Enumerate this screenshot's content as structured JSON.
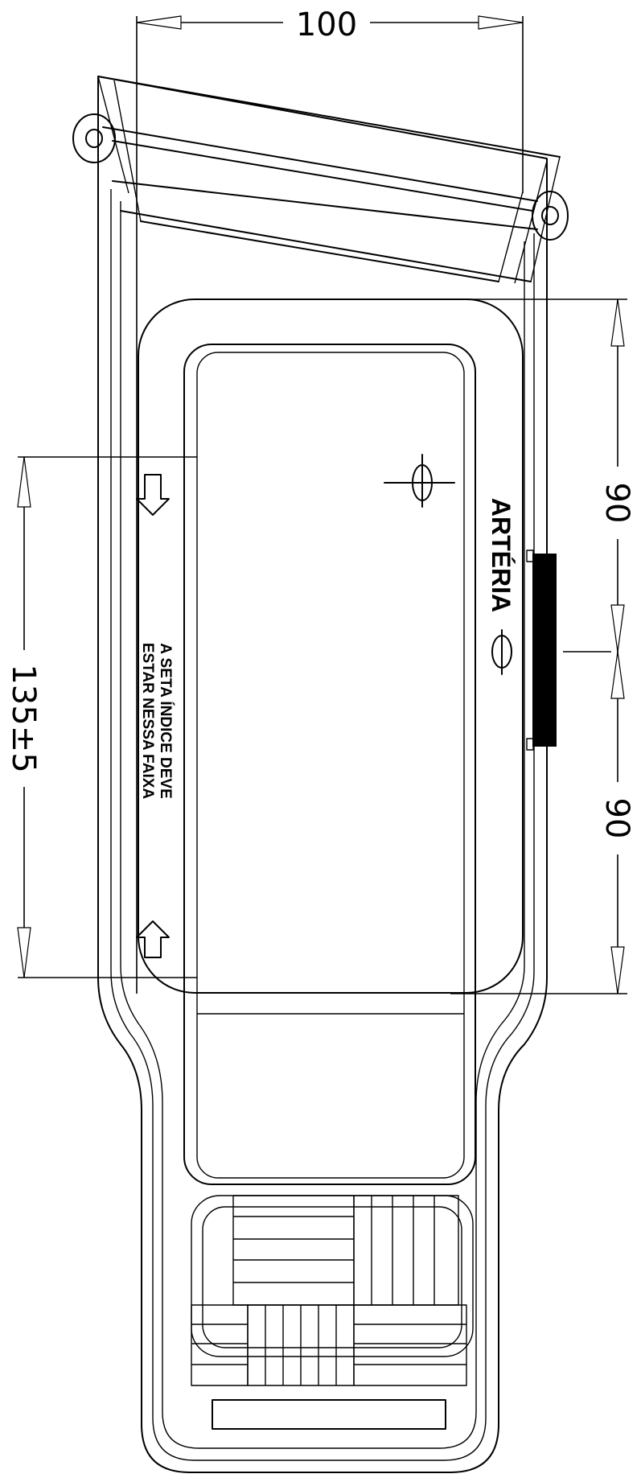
{
  "dimensions": {
    "width_top": "100",
    "length_left": "135±5",
    "upper_right": "90",
    "lower_right": "90"
  },
  "labels": {
    "artery": "ARTÉRIA",
    "index_line_1": "A SETA ÍNDICE DEVE",
    "index_line_2": "ESTAR NESSA FAIXA"
  },
  "colors": {
    "line": "#000000",
    "background": "#ffffff"
  }
}
